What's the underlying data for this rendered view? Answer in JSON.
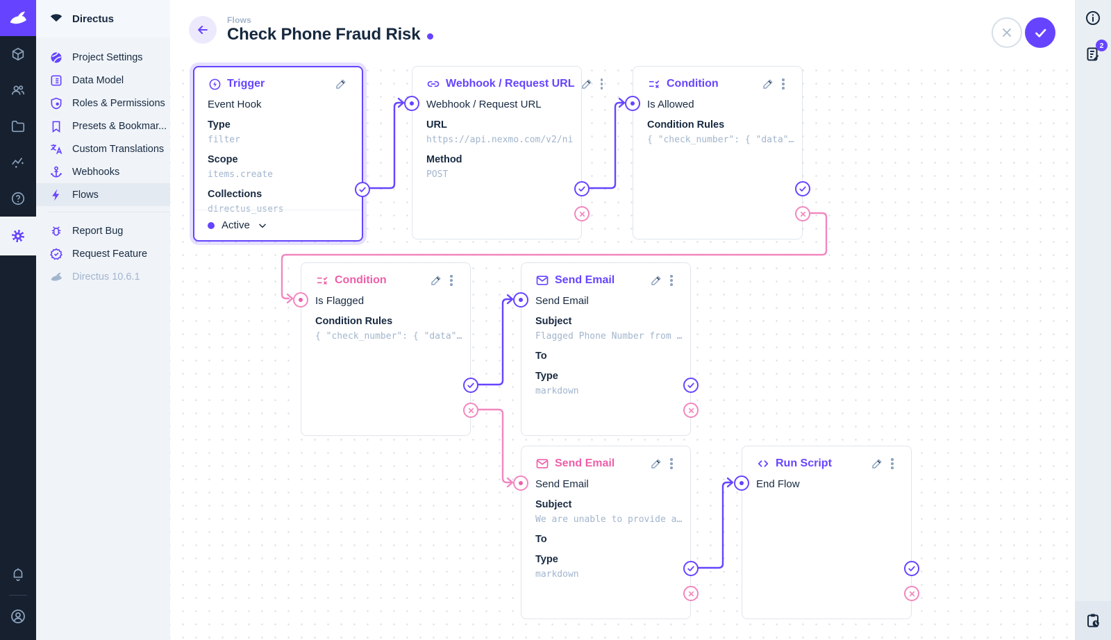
{
  "app": {
    "project_name": "Directus",
    "version": "Directus 10.6.1"
  },
  "colors": {
    "accent": "#6644FF",
    "reject": "#EE5FA8",
    "foreground": "#172940",
    "muted_value": "#A2B5CD"
  },
  "sidebar": {
    "items": [
      {
        "label": "Project Settings"
      },
      {
        "label": "Data Model"
      },
      {
        "label": "Roles & Permissions"
      },
      {
        "label": "Presets & Bookmar..."
      },
      {
        "label": "Custom Translations"
      },
      {
        "label": "Webhooks"
      },
      {
        "label": "Flows"
      },
      {
        "label": "Report Bug"
      },
      {
        "label": "Request Feature"
      }
    ]
  },
  "header": {
    "breadcrumb": "Flows",
    "title": "Check Phone Fraud Risk"
  },
  "right_sidebar": {
    "notices_badge": "2"
  },
  "cards": {
    "trigger": {
      "title": "Trigger",
      "name": "Event Hook",
      "fields": [
        {
          "label": "Type",
          "value": "filter"
        },
        {
          "label": "Scope",
          "value": "items.create"
        },
        {
          "label": "Collections",
          "value": "directus_users"
        }
      ],
      "status": "Active"
    },
    "webhook": {
      "title": "Webhook / Request URL",
      "name": "Webhook / Request URL",
      "fields": [
        {
          "label": "URL",
          "value": "https://api.nexmo.com/v2/ni"
        },
        {
          "label": "Method",
          "value": "POST"
        }
      ]
    },
    "condition_allowed": {
      "title": "Condition",
      "name": "Is Allowed",
      "fields": [
        {
          "label": "Condition Rules",
          "value": "{ \"check_number\": { \"data\"…"
        }
      ]
    },
    "condition_flagged": {
      "title": "Condition",
      "name": "Is Flagged",
      "fields": [
        {
          "label": "Condition Rules",
          "value": "{ \"check_number\": { \"data\"…"
        }
      ]
    },
    "email_flagged": {
      "title": "Send Email",
      "name": "Send Email",
      "fields": [
        {
          "label": "Subject",
          "value": "Flagged Phone Number from …"
        },
        {
          "label": "To",
          "value": ""
        },
        {
          "label": "Type",
          "value": "markdown"
        }
      ]
    },
    "email_unable": {
      "title": "Send Email",
      "name": "Send Email",
      "fields": [
        {
          "label": "Subject",
          "value": "We are unable to provide a…"
        },
        {
          "label": "To",
          "value": ""
        },
        {
          "label": "Type",
          "value": "markdown"
        }
      ]
    },
    "run_script": {
      "title": "Run Script",
      "name": "End Flow"
    }
  }
}
